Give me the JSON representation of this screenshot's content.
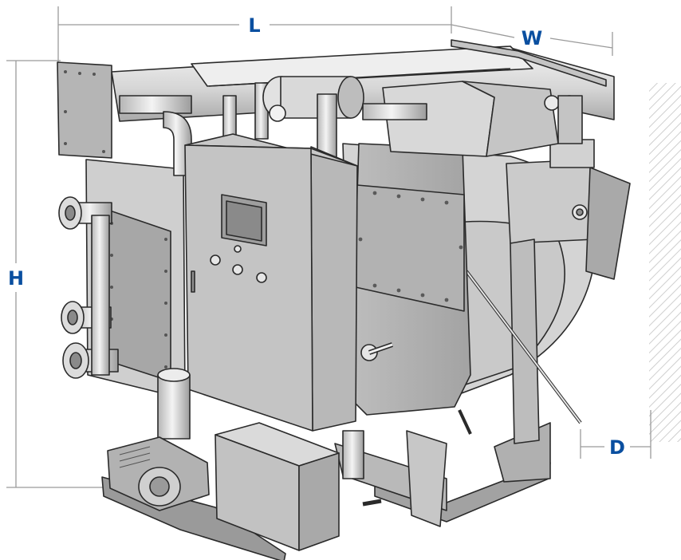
{
  "dimension_labels": {
    "length": "L",
    "width": "W",
    "height": "H",
    "depth": "D"
  },
  "colors": {
    "label": "#0a4fa0",
    "dimension_line": "#9a9a9a",
    "machine_fill": "#d9d9d9",
    "machine_light": "#ececec",
    "machine_dark": "#8a8a8a",
    "outline": "#2a2a2a",
    "wall_hatch": "#cfcfcf"
  },
  "icons": [
    "absorption-chiller-illustration",
    "wall-hatch"
  ]
}
